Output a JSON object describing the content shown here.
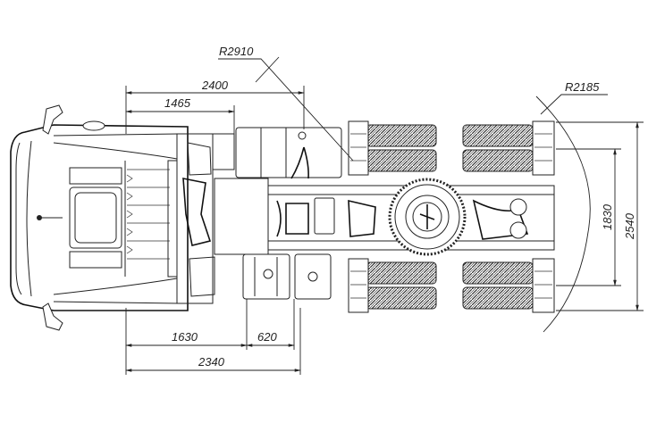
{
  "drawing": {
    "subject": "Truck tractor chassis, top view",
    "dimensions": {
      "r_front": "R2910",
      "len_2400": "2400",
      "len_1465": "1465",
      "len_1630": "1630",
      "len_620": "620",
      "len_2340": "2340",
      "r_rear": "R2185",
      "width_1830": "1830",
      "width_2540": "2540"
    }
  },
  "colors": {
    "line": "#222222",
    "background": "#ffffff"
  }
}
